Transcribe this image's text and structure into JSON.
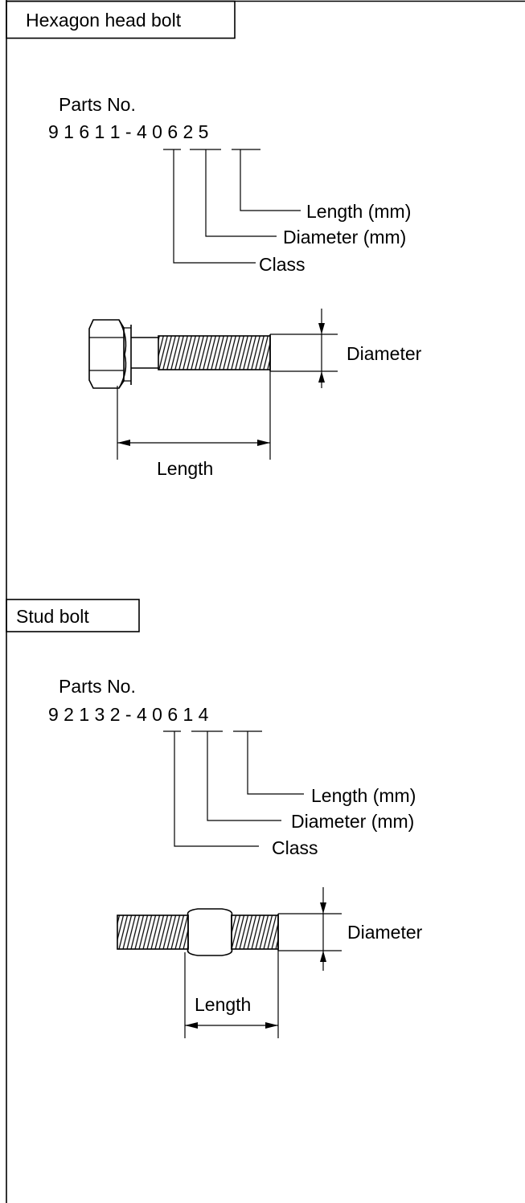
{
  "sections": [
    {
      "title": "Hexagon head bolt",
      "parts_label": "Parts No.",
      "part_number": "9 1 6 1 1 - 4 0 6 2 5",
      "callouts": {
        "length": "Length (mm)",
        "diameter": "Diameter (mm)",
        "class": "Class"
      },
      "dimensions": {
        "diameter": "Diameter",
        "length": "Length"
      }
    },
    {
      "title": "Stud bolt",
      "parts_label": "Parts No.",
      "part_number": "9 2 1 3 2 - 4 0 6 1 4",
      "callouts": {
        "length": "Length (mm)",
        "diameter": "Diameter (mm)",
        "class": "Class"
      },
      "dimensions": {
        "diameter": "Diameter",
        "length": "Length"
      }
    }
  ],
  "colors": {
    "ink": "#000000",
    "paper": "#ffffff"
  }
}
